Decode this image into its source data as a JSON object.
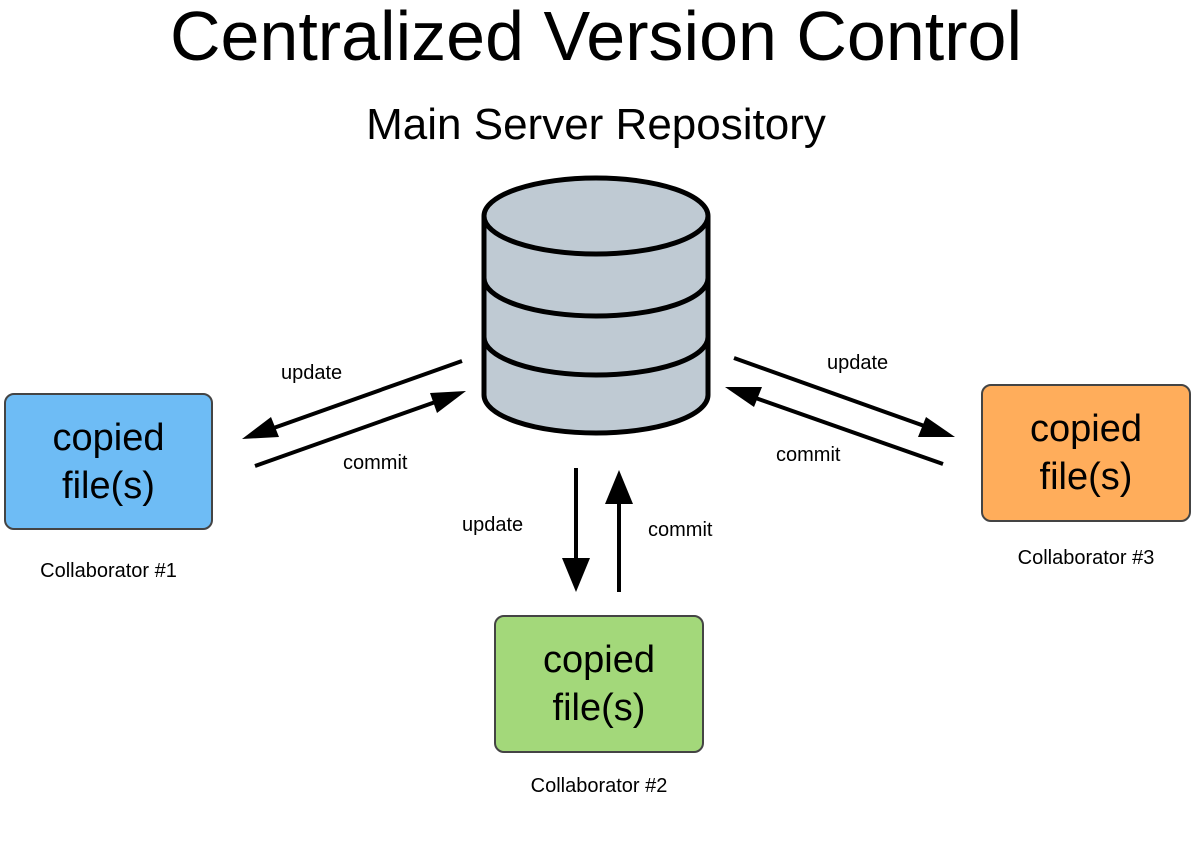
{
  "title": "Centralized Version Control",
  "server": {
    "label": "Main Server Repository"
  },
  "collaborators": [
    {
      "line1": "copied",
      "line2": "file(s)",
      "caption": "Collaborator #1",
      "color": "#6EBCF5",
      "update_label": "update",
      "commit_label": "commit"
    },
    {
      "line1": "copied",
      "line2": "file(s)",
      "caption": "Collaborator #2",
      "color": "#A3D87A",
      "update_label": "update",
      "commit_label": "commit"
    },
    {
      "line1": "copied",
      "line2": "file(s)",
      "caption": "Collaborator #3",
      "color": "#FFAD5B",
      "update_label": "update",
      "commit_label": "commit"
    }
  ],
  "colors": {
    "database_fill": "#BFCAD3",
    "stroke": "#000000"
  }
}
